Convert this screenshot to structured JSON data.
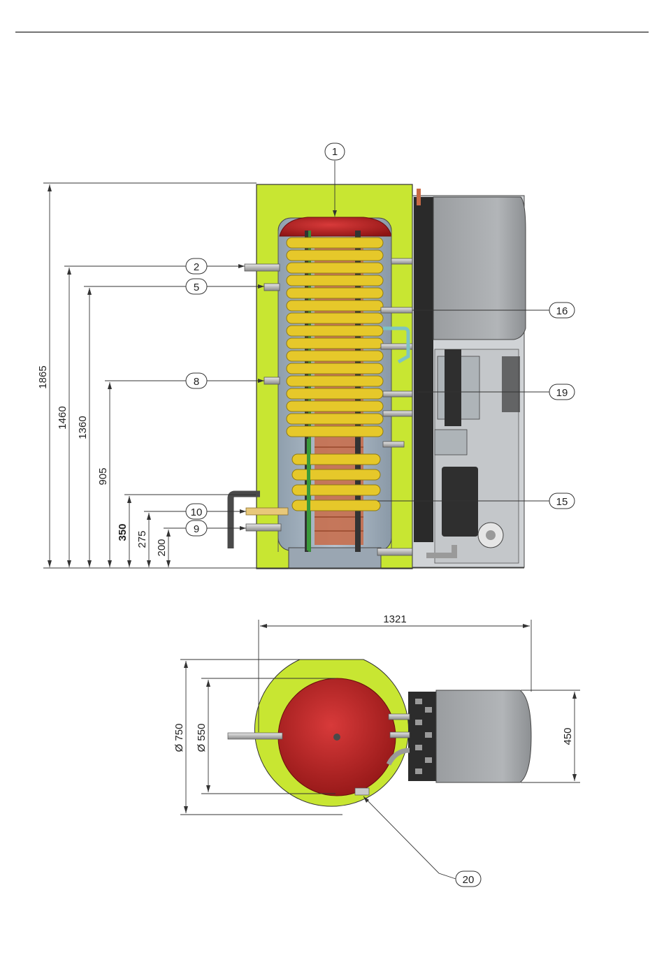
{
  "colors": {
    "insulation": "#c8e632",
    "tank": "#a8b6c4",
    "coil": "#e6c82a",
    "hx": "#c86a46",
    "dome": "#b41e1e",
    "module": "#a7aaad",
    "frame": "#c9ccd0",
    "dark": "#2a2a2a"
  },
  "side_view": {
    "dimensions": [
      {
        "id": "h-1865",
        "value": "1865"
      },
      {
        "id": "h-1460",
        "value": "1460"
      },
      {
        "id": "h-1360",
        "value": "1360"
      },
      {
        "id": "h-905",
        "value": "905"
      },
      {
        "id": "h-350",
        "value": "350"
      },
      {
        "id": "h-275",
        "value": "275"
      },
      {
        "id": "h-200",
        "value": "200"
      }
    ],
    "callouts": [
      {
        "id": "c1",
        "label": "1"
      },
      {
        "id": "c2",
        "label": "2"
      },
      {
        "id": "c5",
        "label": "5"
      },
      {
        "id": "c8",
        "label": "8"
      },
      {
        "id": "c10",
        "label": "10"
      },
      {
        "id": "c9",
        "label": "9"
      },
      {
        "id": "c16",
        "label": "16"
      },
      {
        "id": "c19",
        "label": "19"
      },
      {
        "id": "c15",
        "label": "15"
      }
    ]
  },
  "top_view": {
    "width_label": "1321",
    "depth_label": "450",
    "outer_diameter_label": "Ø 750",
    "inner_diameter_label": "Ø 550",
    "callout": {
      "id": "c20",
      "label": "20"
    }
  }
}
